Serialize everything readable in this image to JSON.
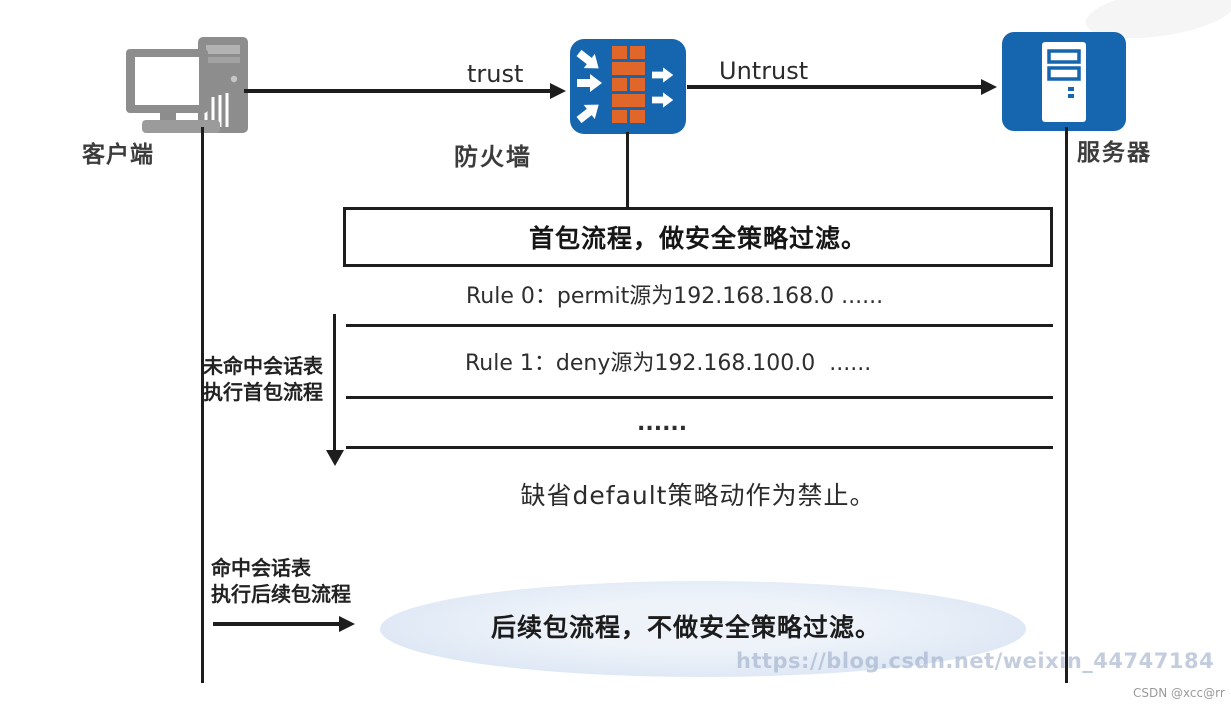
{
  "nodes": {
    "client": {
      "label": "客户端"
    },
    "firewall": {
      "label": "防火墙"
    },
    "server": {
      "label": "服务器"
    }
  },
  "zones": {
    "trust": "trust",
    "untrust": "Untrust"
  },
  "policy_box": {
    "title": "首包流程，做安全策略过滤。"
  },
  "rules": [
    {
      "text": "Rule 0：permit源为192.168.168.0 ......"
    },
    {
      "text": "Rule 1：deny源为192.168.100.0  ......"
    },
    {
      "text": "......"
    }
  ],
  "default_policy": "缺省default策略动作为禁止。",
  "annotations": {
    "miss_session": "未命中会话表\n执行首包流程",
    "hit_session": "命中会话表\n执行后续包流程"
  },
  "subsequent_flow": {
    "text": "后续包流程，不做安全策略过滤。"
  },
  "watermark": {
    "url_text": "https://blog.csdn.net/weixin_44747184",
    "credit": "CSDN @xcc@rr"
  },
  "colors": {
    "icon_blue": "#1565af",
    "brick_orange": "#e0662a",
    "client_gray": "#8d8d8d",
    "line_black": "#1d1d1d",
    "ellipse_blue": "#dde7f4"
  }
}
